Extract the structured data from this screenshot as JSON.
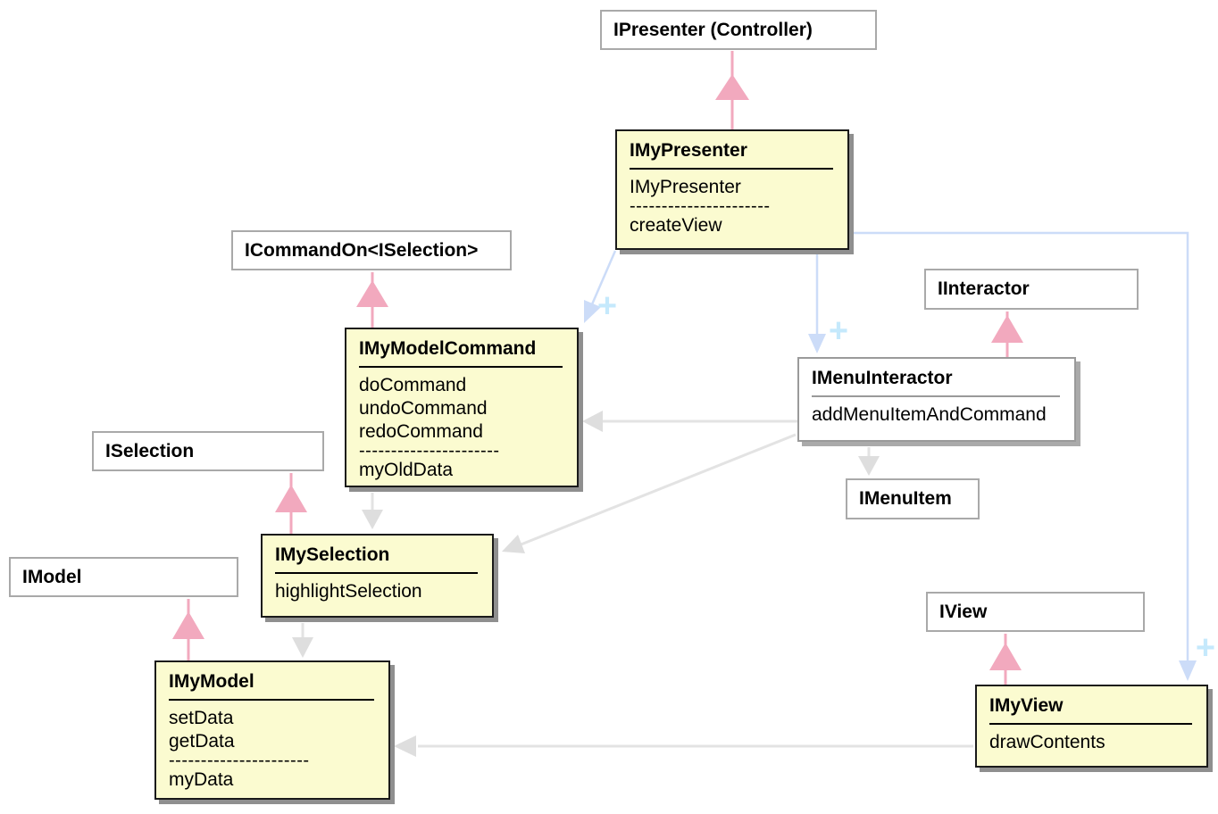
{
  "labels": {
    "plus": "+"
  },
  "colors": {
    "class_fill": "#fbfbd0",
    "class_border": "#000000",
    "interface_border": "#a9a9a9",
    "box_shadow": "#8f8f8f",
    "realization_arrow": "#f2a9be",
    "creates_arrow": "#ccdcf8",
    "plus_label": "#c5e9fc",
    "dependency_arrow": "#e3e3e3"
  },
  "nodes": {
    "ipresenter": {
      "label": "IPresenter (Controller)"
    },
    "icommandon": {
      "label": "ICommandOn<ISelection>"
    },
    "iinteractor": {
      "label": "IInteractor"
    },
    "iselection": {
      "label": "ISelection"
    },
    "imodel": {
      "label": "IModel"
    },
    "iview": {
      "label": "IView"
    },
    "imenuitem": {
      "label": "IMenuItem"
    },
    "imypresenter": {
      "title": "IMyPresenter",
      "lines": [
        "IMyPresenter",
        "----------------------",
        "createView"
      ]
    },
    "imymodelcommand": {
      "title": "IMyModelCommand",
      "lines": [
        "doCommand",
        "undoCommand",
        "redoCommand",
        "----------------------",
        "myOldData"
      ]
    },
    "imenuinteractor": {
      "title": "IMenuInteractor",
      "lines": [
        "addMenuItemAndCommand"
      ]
    },
    "imyselection": {
      "title": "IMySelection",
      "lines": [
        "highlightSelection"
      ]
    },
    "imymodel": {
      "title": "IMyModel",
      "lines": [
        "setData",
        "getData",
        "----------------------",
        "myData"
      ]
    },
    "imyview": {
      "title": "IMyView",
      "lines": [
        "drawContents"
      ]
    }
  },
  "relationships": [
    {
      "from": "IMyPresenter",
      "to": "IPresenter (Controller)",
      "type": "realization"
    },
    {
      "from": "IMyModelCommand",
      "to": "ICommandOn<ISelection>",
      "type": "realization"
    },
    {
      "from": "IMenuInteractor",
      "to": "IInteractor",
      "type": "realization"
    },
    {
      "from": "IMySelection",
      "to": "ISelection",
      "type": "realization"
    },
    {
      "from": "IMyModel",
      "to": "IModel",
      "type": "realization"
    },
    {
      "from": "IMyView",
      "to": "IView",
      "type": "realization"
    },
    {
      "from": "IMyPresenter",
      "to": "IMyModelCommand",
      "type": "creates",
      "label": "+"
    },
    {
      "from": "IMyPresenter",
      "to": "IMenuInteractor",
      "type": "creates",
      "label": "+"
    },
    {
      "from": "IMyPresenter",
      "to": "IMyView",
      "type": "creates",
      "label": "+"
    },
    {
      "from": "IMenuInteractor",
      "to": "IMyModelCommand",
      "type": "dependency"
    },
    {
      "from": "IMenuInteractor",
      "to": "IMySelection",
      "type": "dependency"
    },
    {
      "from": "IMenuInteractor",
      "to": "IMenuItem",
      "type": "dependency"
    },
    {
      "from": "IMyModelCommand",
      "to": "IMySelection",
      "type": "dependency"
    },
    {
      "from": "IMySelection",
      "to": "IMyModel",
      "type": "dependency"
    },
    {
      "from": "IMyView",
      "to": "IMyModel",
      "type": "dependency"
    }
  ]
}
